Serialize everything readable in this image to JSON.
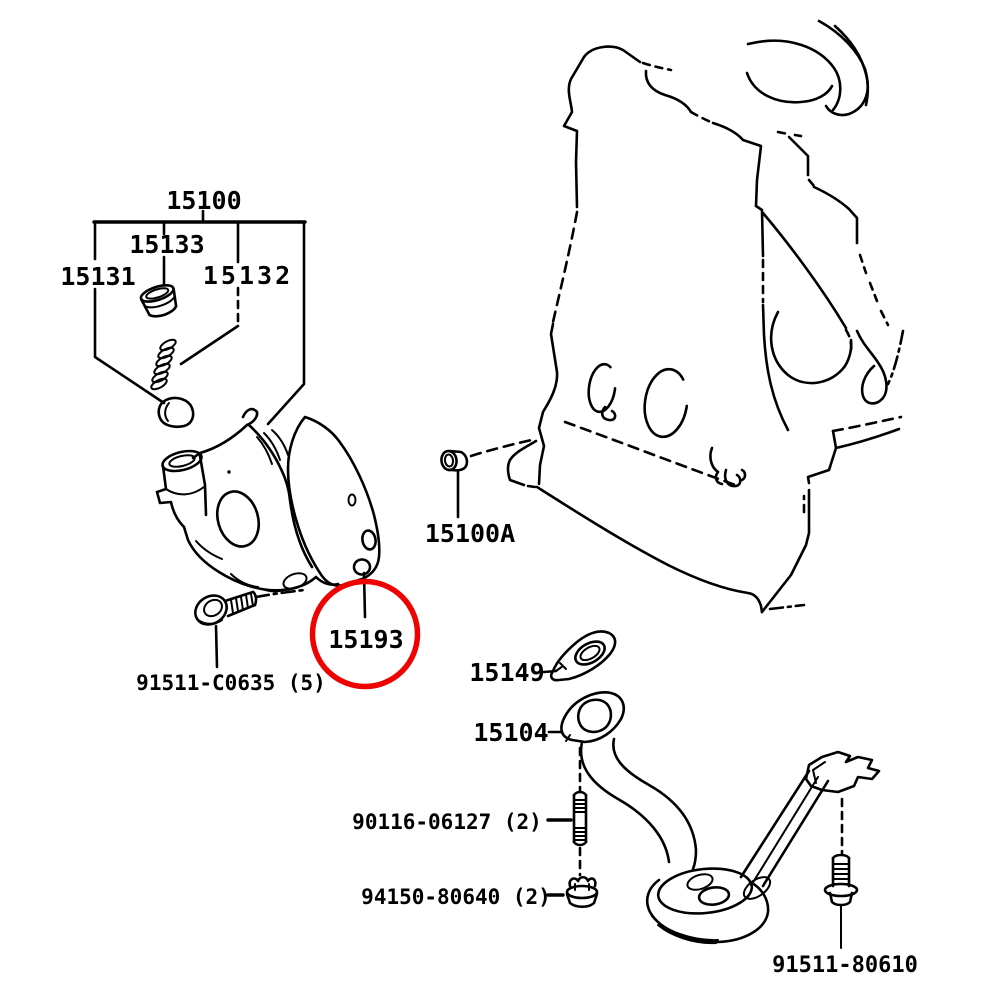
{
  "diagram_type": "automotive-parts-diagram",
  "colors": {
    "line": "#000000",
    "background": "#ffffff",
    "highlight": "#ee0202"
  },
  "highlight": {
    "part": "15193",
    "shape": "circle"
  },
  "labels": {
    "p15100": "15100",
    "p15133": "15133",
    "p15131": "15131",
    "p15132": "15132",
    "p15100A": "15100A",
    "p15193": "15193",
    "p91511_C0635": "91511-C0635 (5)",
    "p15149": "15149",
    "p15104": "15104",
    "p90116_06127": "90116-06127 (2)",
    "p94150_80640": "94150-80640 (2)",
    "p91511_80610": "91511-80610"
  }
}
